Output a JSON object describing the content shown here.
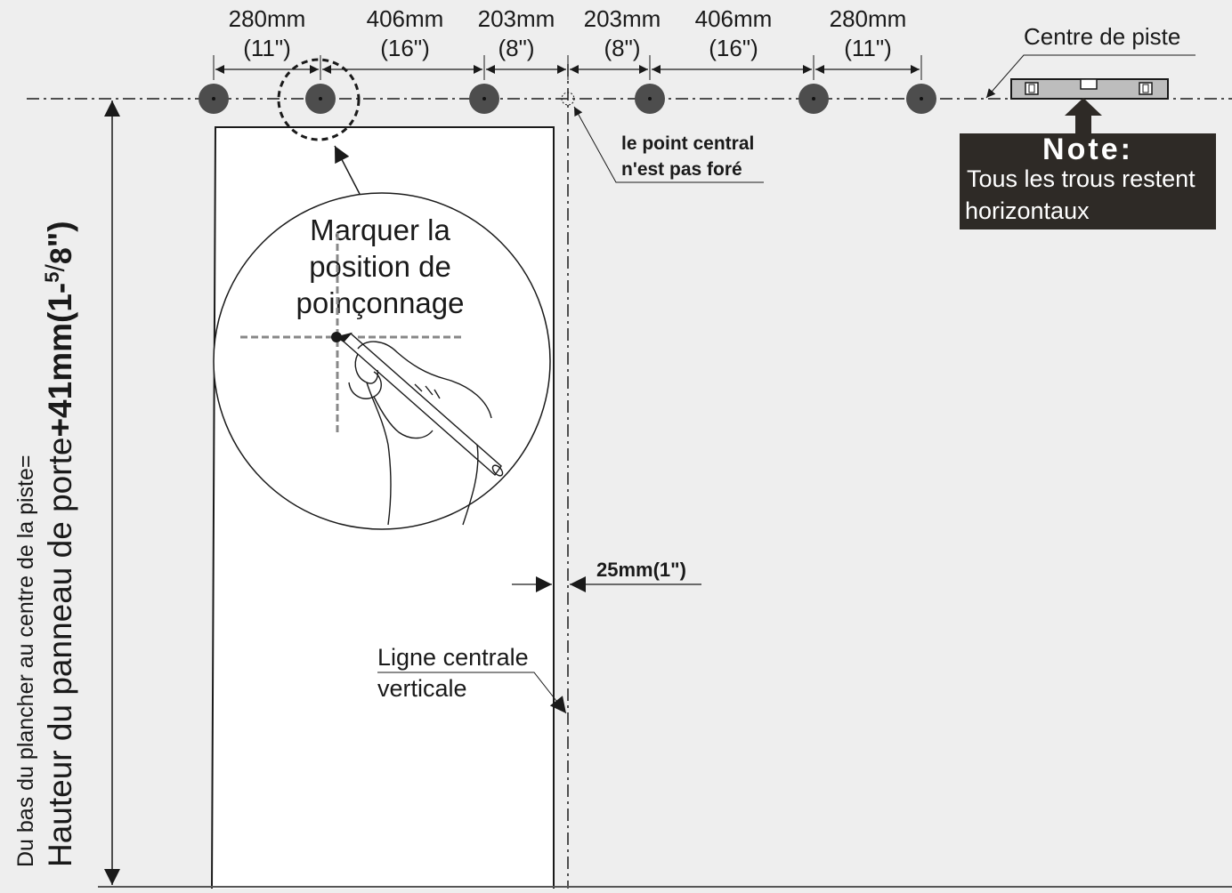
{
  "dimensions": [
    {
      "mm": "280mm",
      "inch": "(11\")"
    },
    {
      "mm": "406mm",
      "inch": "(16\")"
    },
    {
      "mm": "203mm",
      "inch": "(8\")"
    },
    {
      "mm": "203mm",
      "inch": "(8\")"
    },
    {
      "mm": "406mm",
      "inch": "(16\")"
    },
    {
      "mm": "280mm",
      "inch": "(11\")"
    }
  ],
  "labels": {
    "track_center": "Centre de piste",
    "center_point_line1": "le point central",
    "center_point_line2": "n'est pas foré",
    "mark_line1": "Marquer la",
    "mark_line2": "position de",
    "mark_line3": "poinçonnage",
    "offset": "25mm(1\")",
    "vertical_line1": "Ligne centrale",
    "vertical_line2": "verticale",
    "side_line1": "Du bas du plancher au centre de la piste=",
    "side_line2_normal": "Hauteur du panneau de porte",
    "side_line2_bold": "+41mm(1-",
    "side_frac_num": "5",
    "side_frac_den": "8",
    "side_end": "\")"
  },
  "note": {
    "title": "Note:",
    "line1": "Tous les trous restent",
    "line2": "horizontaux"
  },
  "colors": {
    "background": "#eeeeee",
    "hole": "#4d4d4d",
    "note_bg": "#2e2a26",
    "line": "#1a1a1a"
  }
}
